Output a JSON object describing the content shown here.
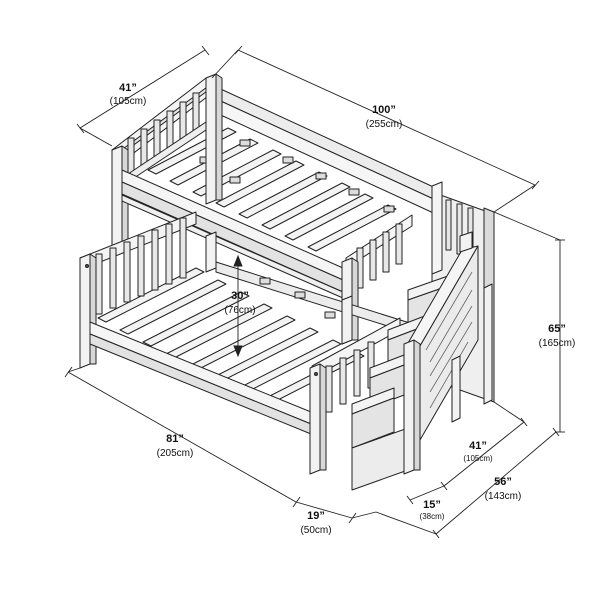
{
  "colors": {
    "line": "#222222",
    "wood": "#e9e9e9",
    "wood_light": "#f6f6f6",
    "wood_dark": "#cfcfcf",
    "text": "#111111"
  },
  "dimensions": {
    "top_width": {
      "inches": "41”",
      "cm": "(105cm)"
    },
    "length": {
      "inches": "100”",
      "cm": "(255cm)"
    },
    "height": {
      "inches": "65”",
      "cm": "(165cm)"
    },
    "gap_between_bunks": {
      "inches": "30”",
      "cm": "(76cm)"
    },
    "bottom_length": {
      "inches": "81”",
      "cm": "(205cm)"
    },
    "bottom_overhang": {
      "inches": "19”",
      "cm": "(50cm)"
    },
    "stairs_depth": {
      "inches": "15”",
      "cm": "(38cm)"
    },
    "stairs_width": {
      "inches": "41”",
      "cm": "(105cm)"
    },
    "total_width": {
      "inches": "56”",
      "cm": "(143cm)"
    }
  }
}
